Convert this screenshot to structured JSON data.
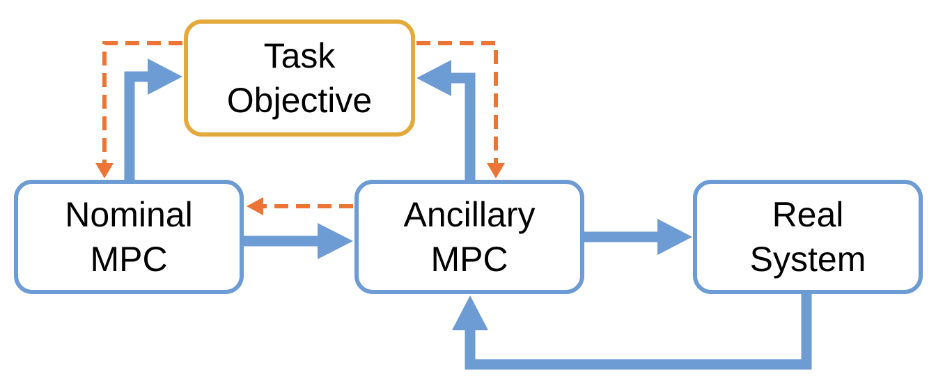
{
  "colors": {
    "task_border": "#E3A93A",
    "box_border": "#6D9BD3",
    "solid_arrow": "#6D9BD3",
    "dashed_arrow": "#EC7434"
  },
  "nodes": {
    "task_objective": {
      "line1": "Task",
      "line2": "Objective"
    },
    "nominal_mpc": {
      "line1": "Nominal",
      "line2": "MPC"
    },
    "ancillary_mpc": {
      "line1": "Ancillary",
      "line2": "MPC"
    },
    "real_system": {
      "line1": "Real",
      "line2": "System"
    }
  },
  "edges": [
    {
      "from": "nominal_mpc",
      "to": "task_objective",
      "style": "solid"
    },
    {
      "from": "ancillary_mpc",
      "to": "task_objective",
      "style": "solid"
    },
    {
      "from": "nominal_mpc",
      "to": "ancillary_mpc",
      "style": "solid"
    },
    {
      "from": "ancillary_mpc",
      "to": "real_system",
      "style": "solid"
    },
    {
      "from": "real_system",
      "to": "ancillary_mpc",
      "style": "solid"
    },
    {
      "from": "task_objective",
      "to": "nominal_mpc",
      "style": "dashed"
    },
    {
      "from": "task_objective",
      "to": "ancillary_mpc",
      "style": "dashed"
    },
    {
      "from": "ancillary_mpc",
      "to": "nominal_mpc",
      "style": "dashed"
    }
  ]
}
